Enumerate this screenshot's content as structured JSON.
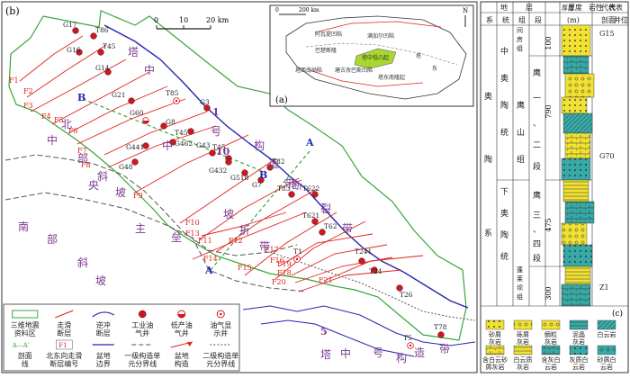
{
  "panel_b_label": "(b)",
  "panel_a_label": "(a)",
  "panel_c_label": "(c)",
  "scale": {
    "ticks": [
      "0",
      "10",
      "20 km"
    ]
  },
  "inset": {
    "scale_ticks": [
      "0",
      "200 km"
    ],
    "north": "N",
    "labels": [
      "阿瓦提凹陷",
      "满加尔凹陷",
      "巴楚断隆",
      "塔中低凸起",
      "塘古孜巴斯凹陷",
      "塔西南坳陷",
      "塔东南隆起",
      "东",
      "塔"
    ]
  },
  "regions": [
    {
      "text": "北"
    },
    {
      "text": "中"
    },
    {
      "text": "部"
    },
    {
      "text": "斜"
    },
    {
      "text": "坡"
    },
    {
      "text": "南"
    },
    {
      "text": "部"
    },
    {
      "text": "斜"
    },
    {
      "text": "坡"
    },
    {
      "text": "塔"
    },
    {
      "text": "中"
    },
    {
      "text": "号"
    },
    {
      "text": "构"
    },
    {
      "text": "造"
    },
    {
      "text": "带"
    },
    {
      "text": "坡"
    },
    {
      "text": "折"
    },
    {
      "text": "带"
    },
    {
      "text": "中"
    },
    {
      "text": "央"
    },
    {
      "text": "主"
    },
    {
      "text": "垒"
    },
    {
      "text": "断"
    },
    {
      "text": "裂"
    },
    {
      "text": "带"
    },
    {
      "text": "塔"
    },
    {
      "text": "中"
    },
    {
      "text": "号"
    },
    {
      "text": "构"
    },
    {
      "text": "造"
    },
    {
      "text": "带"
    }
  ],
  "region_numbers": [
    "10",
    "1",
    "5"
  ],
  "section_labels": [
    "B",
    "B",
    "A",
    "A"
  ],
  "faults": [
    "F1",
    "F2",
    "F3",
    "F4",
    "F5",
    "F6",
    "F7",
    "F8",
    "F9",
    "F10",
    "F11",
    "F12",
    "F13",
    "F14",
    "F15",
    "F16",
    "F17",
    "F18",
    "F19",
    "F20",
    "F21"
  ],
  "wells": [
    {
      "name": "G17",
      "type": "industrial"
    },
    {
      "name": "T86",
      "type": "industrial"
    },
    {
      "name": "G16",
      "type": "industrial"
    },
    {
      "name": "T45",
      "type": "industrial"
    },
    {
      "name": "G14",
      "type": "industrial"
    },
    {
      "name": "G21",
      "type": "industrial"
    },
    {
      "name": "T85",
      "type": "show"
    },
    {
      "name": "G3",
      "type": "industrial"
    },
    {
      "name": "G60",
      "type": "lowyield"
    },
    {
      "name": "G8",
      "type": "industrial"
    },
    {
      "name": "T45",
      "type": "industrial"
    },
    {
      "name": "G441",
      "type": "industrial"
    },
    {
      "name": "G462",
      "type": "industrial"
    },
    {
      "name": "G43",
      "type": "industrial"
    },
    {
      "name": "G48",
      "type": "industrial"
    },
    {
      "name": "T45",
      "type": "industrial"
    },
    {
      "name": "G432",
      "type": "industrial"
    },
    {
      "name": "T82",
      "type": "industrial"
    },
    {
      "name": "G518",
      "type": "industrial"
    },
    {
      "name": "G7",
      "type": "industrial"
    },
    {
      "name": "T83",
      "type": "industrial"
    },
    {
      "name": "T622",
      "type": "industrial"
    },
    {
      "name": "T621",
      "type": "industrial"
    },
    {
      "name": "T62",
      "type": "industrial"
    },
    {
      "name": "T1",
      "type": "show"
    },
    {
      "name": "T241",
      "type": "industrial"
    },
    {
      "name": "T24",
      "type": "industrial"
    },
    {
      "name": "T26",
      "type": "industrial"
    },
    {
      "name": "T5",
      "type": "show"
    },
    {
      "name": "T78",
      "type": "industrial"
    }
  ],
  "legend": [
    {
      "label": "三维地震资料区",
      "sym": "seis"
    },
    {
      "label": "走滑断层",
      "sym": "strike"
    },
    {
      "label": "逆冲断层",
      "sym": "thrust"
    },
    {
      "label": "工业油气井",
      "sym": "ind"
    },
    {
      "label": "低产油气井",
      "sym": "low"
    },
    {
      "label": "油气显示井",
      "sym": "show"
    },
    {
      "label": "剖面线",
      "sym": "section",
      "mark": "A—A'"
    },
    {
      "label": "北东向走滑断层编号",
      "sym": "fnum",
      "mark": "F1"
    },
    {
      "label": "盆地边界",
      "sym": "basin"
    },
    {
      "label": "一级构造单元分界线",
      "sym": "unit1"
    },
    {
      "label": "盆地构造",
      "sym": "basinstr"
    },
    {
      "label": "二级构造单元分界线",
      "sym": "unit2"
    }
  ],
  "column": {
    "headers": [
      "地",
      "层",
      "厚度",
      "岩性",
      "代表",
      "系",
      "统",
      "组",
      "段",
      "(m)",
      "剖面",
      "井位"
    ],
    "system": [
      "奥",
      "陶",
      "系"
    ],
    "series": [
      {
        "text": "中奥陶统",
        "chars": [
          "中",
          "奥",
          "陶",
          "统"
        ]
      },
      {
        "text": "下奥陶统",
        "chars": [
          "下",
          "奥",
          "陶",
          "统"
        ]
      }
    ],
    "formations": [
      {
        "chars": [
          "间",
          "房",
          "组"
        ]
      },
      {
        "chars": [
          "鹰",
          "山",
          "组"
        ]
      },
      {
        "chars": [
          "蓬",
          "莱",
          "坝",
          "组"
        ]
      }
    ],
    "members": [
      {
        "chars": [
          "鹰",
          "一",
          "、",
          "二",
          "段"
        ]
      },
      {
        "chars": [
          "鹰",
          "三",
          "、",
          "四",
          "段"
        ]
      }
    ],
    "thickness": [
      "100",
      "790",
      "475",
      "300"
    ],
    "wells": [
      "G15",
      "G70",
      "Z1"
    ]
  },
  "lith_legend": [
    {
      "label": "砂屑灰岩",
      "cls": "sandlime"
    },
    {
      "label": "砾屑灰岩",
      "cls": "conglime"
    },
    {
      "label": "鲕粒灰岩",
      "cls": "oolite"
    },
    {
      "label": "泥晶灰岩",
      "cls": "micrite"
    },
    {
      "label": "白云岩",
      "cls": "dolomite"
    },
    {
      "label": "含白云砂屑灰岩",
      "cls": "dolsand"
    },
    {
      "label": "白云质灰岩",
      "cls": "dollime"
    },
    {
      "label": "含灰白云岩",
      "cls": "limdol"
    },
    {
      "label": "灰质白云岩",
      "cls": "calcdol"
    },
    {
      "label": "砂屑白云岩",
      "cls": "sanddol"
    }
  ],
  "colors": {
    "fault": "#e0211c",
    "thrust": "#2326b0",
    "well": "#d6141c",
    "seis": "#3aa53a",
    "purple": "#7a3a8e",
    "yellow": "#f0e132",
    "teal": "#37a9a6"
  }
}
